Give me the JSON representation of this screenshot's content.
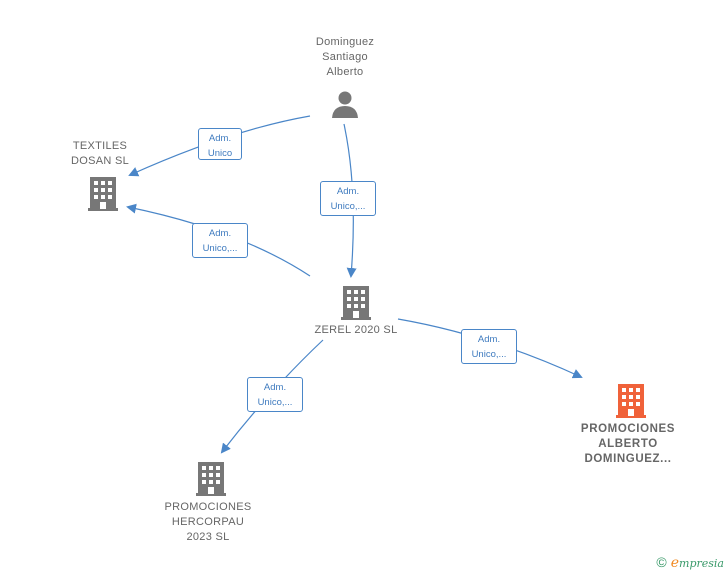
{
  "nodes": {
    "person": {
      "lines": [
        "Dominguez",
        "Santiago",
        "Alberto"
      ],
      "icon": "person-icon"
    },
    "textiles": {
      "lines": [
        "TEXTILES",
        "DOSAN SL"
      ],
      "icon": "building-icon"
    },
    "zerel": {
      "lines": [
        "ZEREL 2020  SL"
      ],
      "icon": "building-icon"
    },
    "promociones_alberto": {
      "lines": [
        "PROMOCIONES",
        "ALBERTO",
        "DOMINGUEZ..."
      ],
      "icon": "building-icon",
      "highlight": "#f0623a"
    },
    "promociones_hercorpau": {
      "lines": [
        "PROMOCIONES",
        "HERCORPAU",
        "2023  SL"
      ],
      "icon": "building-icon"
    }
  },
  "relations": {
    "person_textiles": [
      "Adm.",
      "Unico"
    ],
    "person_zerel": [
      "Adm.",
      "Unico,..."
    ],
    "zerel_textiles": [
      "Adm.",
      "Unico,..."
    ],
    "zerel_alberto": [
      "Adm.",
      "Unico,..."
    ],
    "zerel_hercorpau": [
      "Adm.",
      "Unico,..."
    ]
  },
  "footer": {
    "copyright": "©",
    "brand_initial": "e",
    "brand_rest": "mpresia"
  },
  "colors": {
    "edge": "#4a86c8",
    "node": "#777777",
    "focus_node": "#f0623a"
  }
}
